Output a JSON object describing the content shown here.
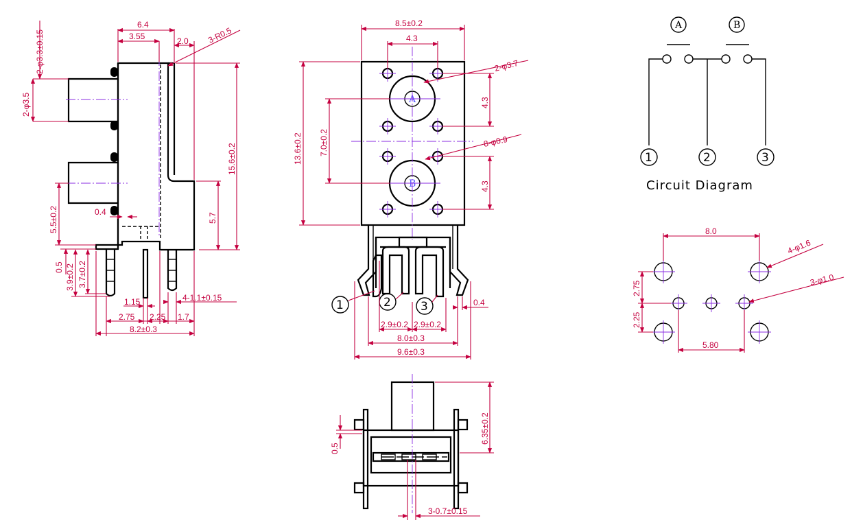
{
  "side_view": {
    "dims": {
      "width_6_4": "6.4",
      "width_3_55": "3.55",
      "width_2_0": "2.0",
      "radius": "3-R0.5",
      "hole_3_3": "2-φ3.3±0.15",
      "hole_3_5": "2-φ3.5",
      "height_15_6": "15.6±0.2",
      "height_5_7": "5.7",
      "height_5_5": "5.5±0.2",
      "gap_0_4": "0.4",
      "h_0_5": "0.5",
      "h_3_9": "3.9±0.2",
      "h_3_7": "3.7±0.2",
      "pin_1_15": "1.15",
      "pin_1_1": "4-1.1±0.15",
      "w_2_75": "2.75",
      "w_2_25": "2.25",
      "w_1_7": "1.7",
      "w_8_2": "8.2±0.3"
    }
  },
  "front_view": {
    "dims": {
      "width_8_5": "8.5±0.2",
      "width_4_3": "4.3",
      "hole_3_7": "2-φ3.7",
      "vert_4_3_a": "4.3",
      "vert_4_3_b": "4.3",
      "hole_0_9": "8-φ0.9",
      "height_13_6": "13.6±0.2",
      "height_7_0": "7.0±0.2",
      "pitch_2_9": "2.9±0.2",
      "pitch_2_9b": "2.9±0.2",
      "pin_0_4": "0.4",
      "width_8_0": "8.0±0.3",
      "width_9_6": "9.6±0.3"
    },
    "button_a": "A",
    "button_b": "B",
    "pins": [
      "1",
      "2",
      "3"
    ]
  },
  "bottom_view": {
    "dims": {
      "height_6_35": "6.35±0.2",
      "thick_0_5": "0.5",
      "pin_0_7": "3-0.7±0.15"
    }
  },
  "circuit": {
    "switch_a": "A",
    "switch_b": "B",
    "terminals": [
      "1",
      "2",
      "3"
    ],
    "caption": "Circuit Diagram"
  },
  "pcb_layout": {
    "dims": {
      "width_8_0": "8.0",
      "big_hole": "4-φ1.6",
      "small_hole": "3-φ1.0",
      "v_2_75": "2.75",
      "v_2_25": "2.25",
      "w_5_80": "5.80"
    }
  }
}
